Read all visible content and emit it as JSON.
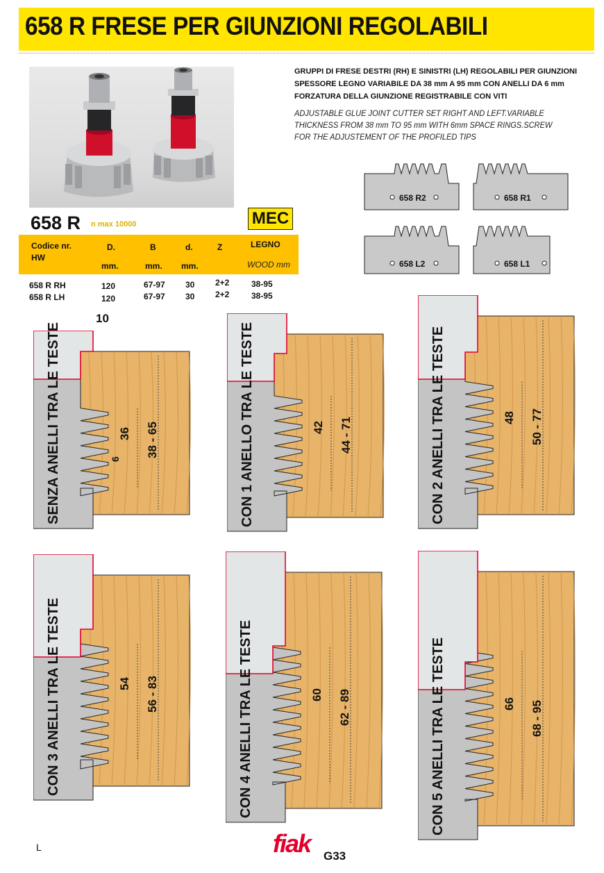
{
  "header": {
    "title": "658 R  FRESE PER GIUNZIONI REGOLABILI"
  },
  "description": {
    "it": [
      "GRUPPI DI FRESE DESTRI (RH) E SINISTRI (LH) REGOLABILI PER GIUNZIONI",
      "SPESSORE LEGNO VARIABILE DA 38 mm A 95 mm CON ANELLI  DA 6 mm",
      "FORZATURA DELLA GIUNZIONE REGISTRABILE CON VITI"
    ],
    "en": [
      "ADJUSTABLE GLUE JOINT CUTTER SET RIGHT AND LEFT.VARIABLE",
      "THICKNESS FROM 38 mm TO 95 mm WITH 6mm SPACE RINGS.SCREW",
      "FOR THE ADJUSTEMENT OF THE PROFILED TIPS"
    ]
  },
  "product": {
    "code": "658 R",
    "nmax": "n max 10000",
    "badge": "MEC"
  },
  "profiles": [
    "658 R2",
    "658 R1",
    "658 L2",
    "658 L1"
  ],
  "table": {
    "headers": {
      "code": "Codice nr.",
      "hw": "HW",
      "d": "D.",
      "b": "B",
      "dd": "d.",
      "z": "Z",
      "legno": "LEGNO",
      "mm1": "mm.",
      "mm2": "mm.",
      "mm3": "mm.",
      "wood": "WOOD mm"
    },
    "rows": [
      {
        "code": "658 R RH",
        "d": "120",
        "b": "67-97",
        "dd": "30",
        "z": "2+2",
        "legno": "38-95"
      },
      {
        "code": "658 R LH",
        "d": "120",
        "b": "67-97",
        "dd": "30",
        "z": "2+2",
        "legno": "38-95"
      }
    ]
  },
  "diagrams": [
    {
      "label": "SENZA ANELLI TRA LE TESTE",
      "inner": "36",
      "range": "38 - 65",
      "ring": "6",
      "width": "10"
    },
    {
      "label": "CON 1 ANELLO TRA LE TESTE",
      "inner": "42",
      "range": "44 - 71"
    },
    {
      "label": "CON 2 ANELLI TRA LE TESTE",
      "inner": "48",
      "range": "50 - 77"
    },
    {
      "label": "CON 3 ANELLI TRA LE TESTE",
      "inner": "54",
      "range": "56 - 83"
    },
    {
      "label": "CON 4 ANELLI TRA LE TESTE",
      "inner": "60",
      "range": "62 - 89"
    },
    {
      "label": "CON 5 ANELLI TRA LE TESTE",
      "inner": "66",
      "range": "68 - 95"
    }
  ],
  "footer": {
    "mark": "L",
    "logo": "fiak",
    "page": "G33"
  },
  "colors": {
    "header_yellow": "#ffe500",
    "table_orange": "#ffc000",
    "profile_red": "#e2002a",
    "wood": "#e7b46a"
  }
}
